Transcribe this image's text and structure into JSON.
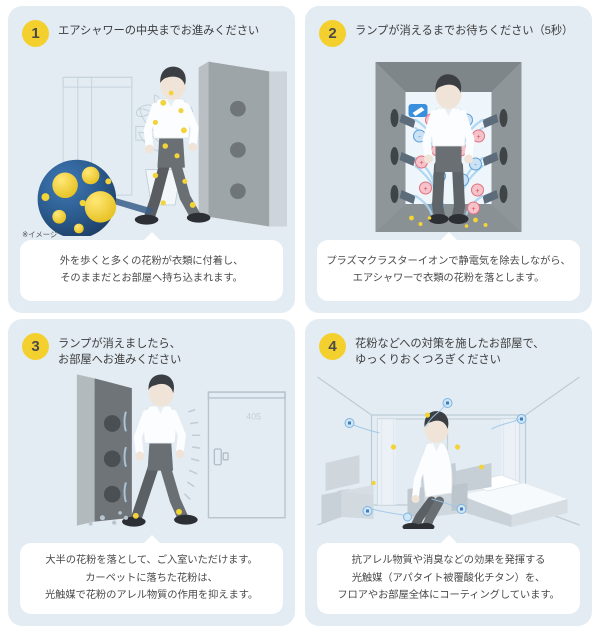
{
  "page": {
    "background": "#ffffff",
    "card_background": "#e3ecf3",
    "badge_color": "#f4d02e",
    "caption_background": "#ffffff",
    "text_color": "#3d3d3d"
  },
  "panels": [
    {
      "number": "1",
      "heading_lines": [
        "エアシャワーの中央までお進みください"
      ],
      "caption_lines": [
        "外を歩くと多くの花粉が衣類に付着し、",
        "そのままだとお部屋へ持ち込まれます。"
      ],
      "note": "※イメージ",
      "illustration": "person-walking-outside-door-with-pollen"
    },
    {
      "number": "2",
      "heading_lines": [
        "ランプが消えるまでお待ちください（5秒）"
      ],
      "caption_lines": [
        "プラズマクラスターイオンで静電気を除去しながら、",
        "エアシャワーで衣類の花粉を落とします。"
      ],
      "note": "",
      "illustration": "air-shower-booth-with-ions"
    },
    {
      "number": "3",
      "heading_lines": [
        "ランプが消えましたら、",
        "お部屋へお進みください"
      ],
      "caption_lines": [
        "大半の花粉を落として、ご入室いただけます。",
        "カーペットに落ちた花粉は、",
        "光触媒で花粉のアレル物質の作用を抑えます。"
      ],
      "note": "",
      "room_number": "405",
      "illustration": "person-exiting-air-shower-to-room-door"
    },
    {
      "number": "4",
      "heading_lines": [
        "花粉などへの対策を施したお部屋で、",
        "ゆっくりおくつろぎください"
      ],
      "caption_lines": [
        "抗アレル物質や消臭などの効果を発揮する",
        "光触媒（アパタイト被覆酸化チタン）を、",
        "フロアやお部屋全体にコーティングしています。"
      ],
      "note": "",
      "illustration": "hotel-room-with-person-relaxing-in-armchair"
    }
  ]
}
